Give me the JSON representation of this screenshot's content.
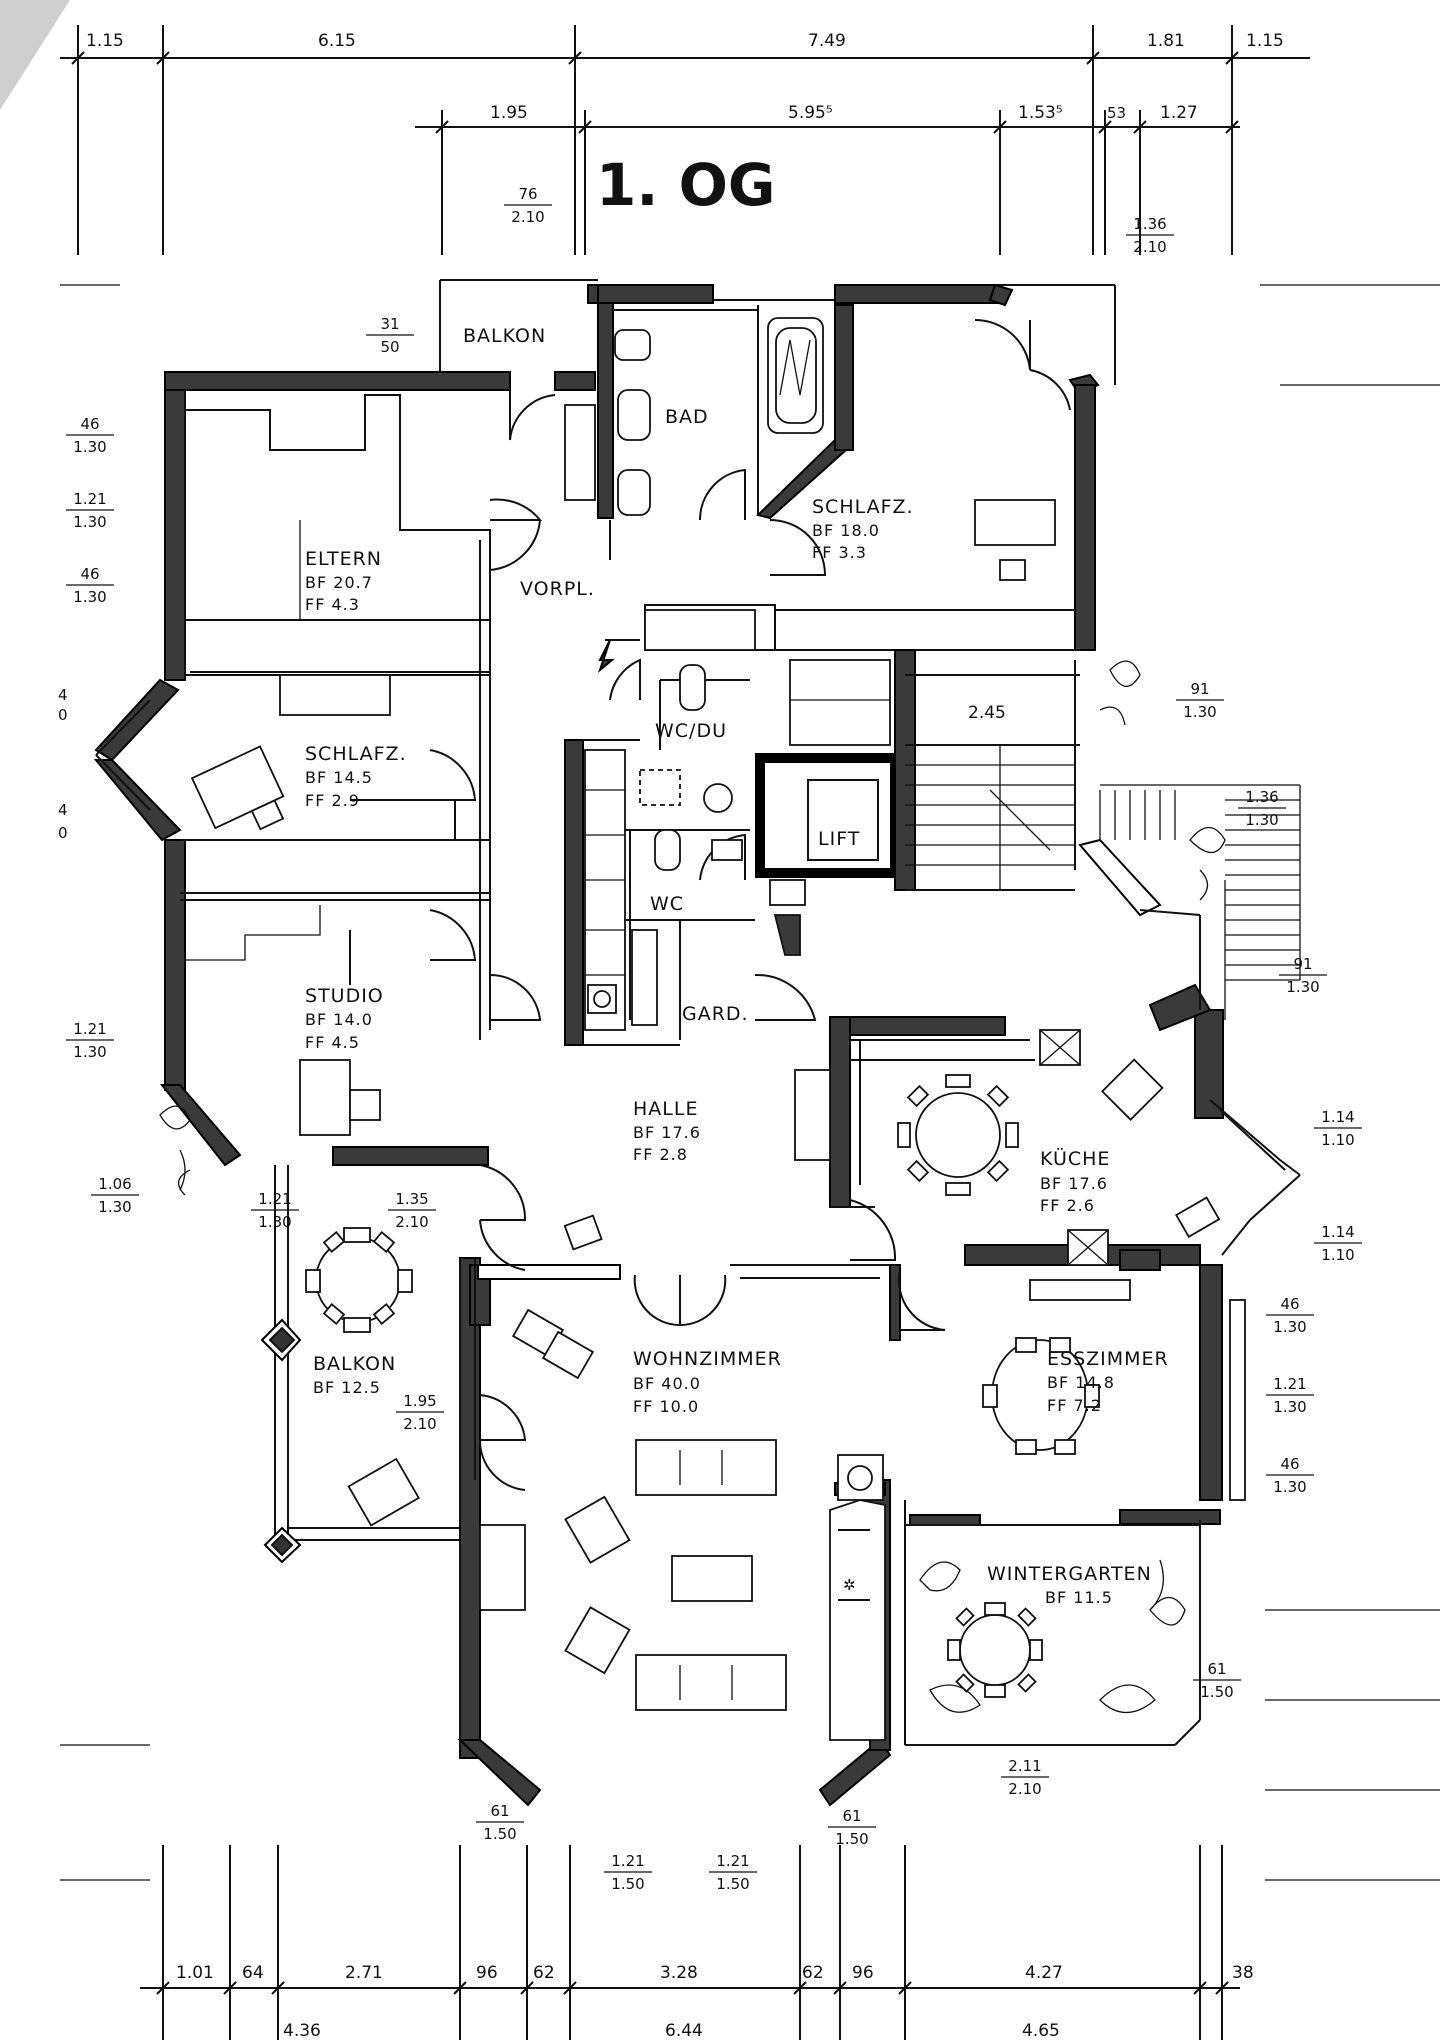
{
  "plan": {
    "title": "1. OG",
    "rooms": [
      {
        "id": "eltern",
        "name": "ELTERN",
        "lines": [
          "BF 20.7",
          "FF  4.3"
        ]
      },
      {
        "id": "bad",
        "name": "BAD",
        "lines": []
      },
      {
        "id": "balkon-top",
        "name": "BALKON",
        "lines": []
      },
      {
        "id": "schlafz-ne",
        "name": "SCHLAFZ.",
        "lines": [
          "BF  18.0",
          "FF   3.3"
        ]
      },
      {
        "id": "vorpl",
        "name": "VORPL.",
        "lines": []
      },
      {
        "id": "wcdu",
        "name": "WC/DU",
        "lines": []
      },
      {
        "id": "schlafz-w",
        "name": "SCHLAFZ.",
        "lines": [
          "BF  14.5",
          "FF    2.9"
        ]
      },
      {
        "id": "lift",
        "name": "LIFT",
        "lines": []
      },
      {
        "id": "wc",
        "name": "WC",
        "lines": []
      },
      {
        "id": "stair-width",
        "name": "2.45",
        "lines": []
      },
      {
        "id": "studio",
        "name": "STUDIO",
        "lines": [
          "BF  14.0",
          "FF    4.5"
        ]
      },
      {
        "id": "gard",
        "name": "GARD.",
        "lines": []
      },
      {
        "id": "halle",
        "name": "HALLE",
        "lines": [
          "BF  17.6",
          "FF    2.8"
        ]
      },
      {
        "id": "kueche",
        "name": "KÜCHE",
        "lines": [
          "BF  17.6",
          "FF    2.6"
        ]
      },
      {
        "id": "balkon",
        "name": "BALKON",
        "lines": [
          "BF 12.5"
        ]
      },
      {
        "id": "wohnzimmer",
        "name": "WOHNZIMMER",
        "lines": [
          "BF  40.0",
          "FF   10.0"
        ]
      },
      {
        "id": "esszimmer",
        "name": "ESSZIMMER",
        "lines": [
          "BF    14.8",
          "FF      7.2"
        ]
      },
      {
        "id": "wintergarten",
        "name": "WINTERGARTEN",
        "lines": [
          "BF  11.5"
        ]
      }
    ],
    "dims_top_outer": [
      "1.15",
      "6.15",
      "7.49",
      "1.81",
      "1.15"
    ],
    "dims_top_inner": [
      "1.95",
      "5.95⁵",
      "1.53⁵",
      "53",
      "1.27"
    ],
    "dims_bottom_inner": [
      "1.01",
      "64",
      "2.71",
      "96",
      "62",
      "3.28",
      "62",
      "96",
      "4.27",
      "38"
    ],
    "dims_bottom_outer": [
      "4.36",
      "6.44",
      "4.65"
    ],
    "window_labels": [
      {
        "id": "w1",
        "top": "76",
        "bottom": "2.10"
      },
      {
        "id": "w2",
        "top": "1.36",
        "bottom": "2.10"
      },
      {
        "id": "w3",
        "top": "31",
        "bottom": "50"
      },
      {
        "id": "w4",
        "top": "46",
        "bottom": "1.30"
      },
      {
        "id": "w5",
        "top": "1.21",
        "bottom": "1.30"
      },
      {
        "id": "w6",
        "top": "46",
        "bottom": "1.30"
      },
      {
        "id": "w7",
        "top": "91",
        "bottom": "1.30"
      },
      {
        "id": "w8",
        "top": "1.36",
        "bottom": "1.30"
      },
      {
        "id": "w9",
        "top": "91",
        "bottom": "1.30"
      },
      {
        "id": "w10",
        "top": "1.21",
        "bottom": "1.30"
      },
      {
        "id": "w11",
        "top": "1.14",
        "bottom": "1.10"
      },
      {
        "id": "w12",
        "top": "1.06",
        "bottom": "1.30"
      },
      {
        "id": "w13",
        "top": "1.21",
        "bottom": "1.30"
      },
      {
        "id": "w14",
        "top": "1.35",
        "bottom": "2.10"
      },
      {
        "id": "w15",
        "top": "1.14",
        "bottom": "1.10"
      },
      {
        "id": "w16",
        "top": "46",
        "bottom": "1.30"
      },
      {
        "id": "w17",
        "top": "1.95",
        "bottom": "2.10"
      },
      {
        "id": "w18",
        "top": "1.21",
        "bottom": "1.30"
      },
      {
        "id": "w19",
        "top": "46",
        "bottom": "1.30"
      },
      {
        "id": "w20",
        "top": "61",
        "bottom": "1.50"
      },
      {
        "id": "w21",
        "top": "2.11",
        "bottom": "2.10"
      },
      {
        "id": "w22",
        "top": "61",
        "bottom": "1.50"
      },
      {
        "id": "w23",
        "top": "61",
        "bottom": "1.50"
      },
      {
        "id": "w24",
        "top": "1.21",
        "bottom": "1.50"
      },
      {
        "id": "w25",
        "top": "1.21",
        "bottom": "1.50"
      }
    ]
  }
}
